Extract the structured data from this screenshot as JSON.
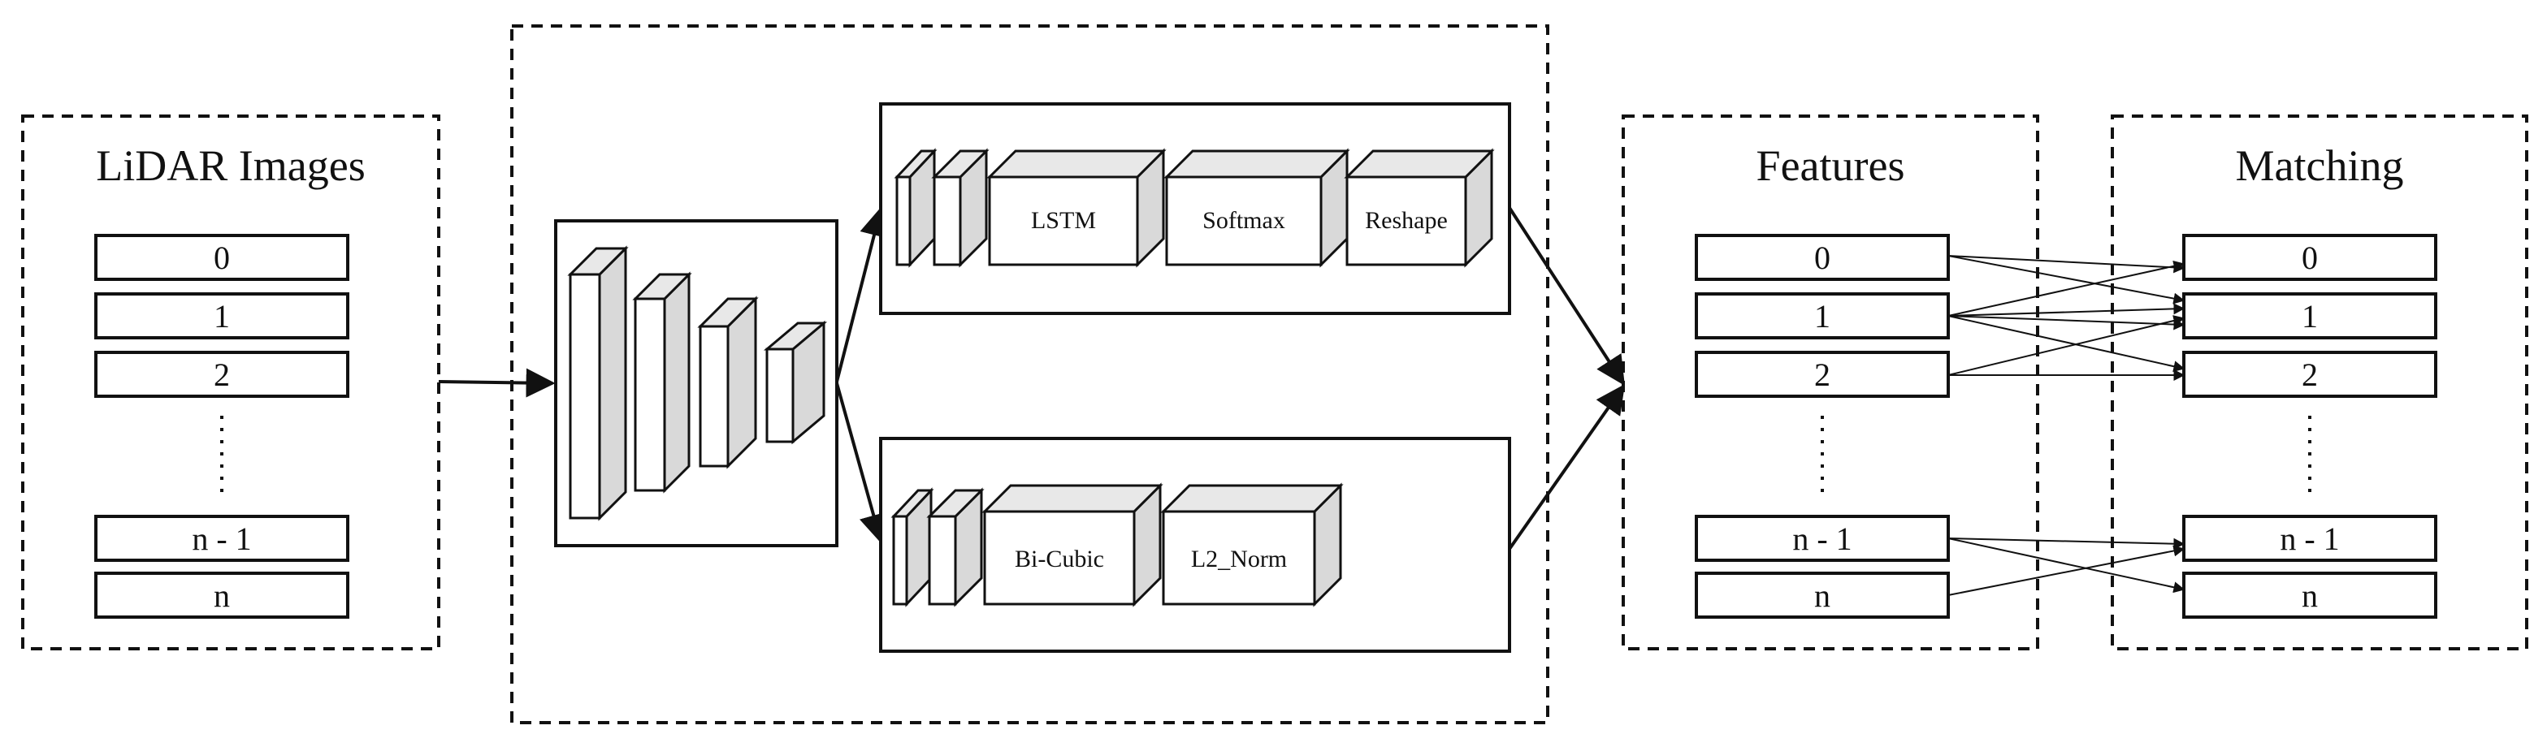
{
  "lidar_panel": {
    "title": "LiDAR Images",
    "items": [
      "0",
      "1",
      "2",
      "n - 1",
      "n"
    ]
  },
  "branch_top": {
    "layers": [
      "LSTM",
      "Softmax",
      "Reshape"
    ]
  },
  "branch_bottom": {
    "layers": [
      "Bi-Cubic",
      "L2_Norm"
    ]
  },
  "features_panel": {
    "title": "Features",
    "items": [
      "0",
      "1",
      "2",
      "n - 1",
      "n"
    ]
  },
  "matching_panel": {
    "title": "Matching",
    "items": [
      "0",
      "1",
      "2",
      "n - 1",
      "n"
    ]
  },
  "colors": {
    "stroke": "#111111",
    "block_face": "#ffffff",
    "block_side": "#d9d9d9",
    "block_top": "#e8e8e8"
  }
}
